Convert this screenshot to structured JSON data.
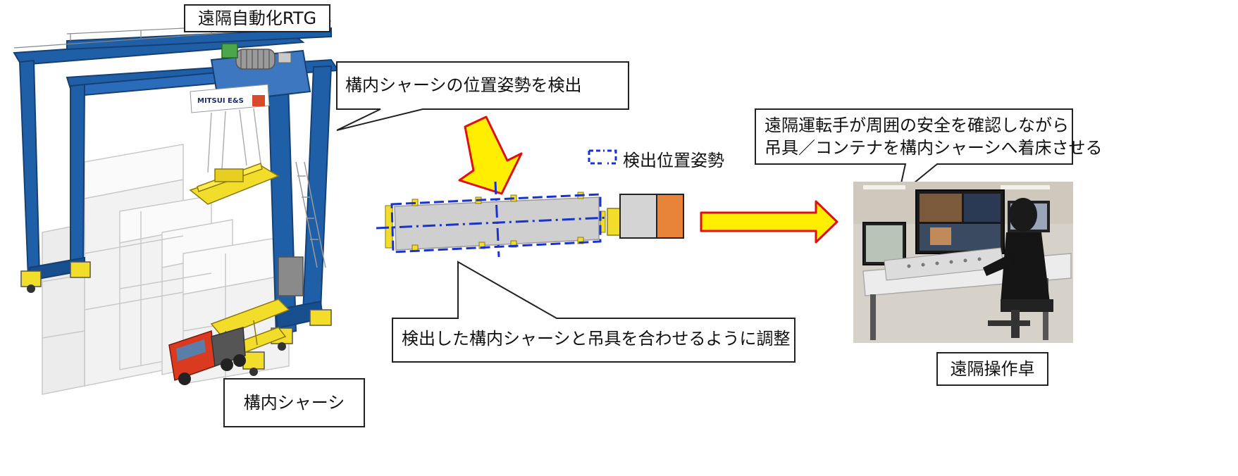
{
  "labels": {
    "rtg_title": "遠隔自動化RTG",
    "chassis_label": "構内シャーシ",
    "console_label": "遠隔操作卓",
    "legend_detected": "検出位置姿勢",
    "crane_brand": "MITSUI E&S"
  },
  "callouts": {
    "detect_position": "構内シャーシの位置姿勢を検出",
    "adjust_spreader": "検出した構内シャーシと吊具を合わせるように調整",
    "operator_line1": "遠隔運転手が周囲の安全を確認しながら",
    "operator_line2": "吊具／コンテナを構内シャーシへ着床させる"
  },
  "colors": {
    "crane_blue": "#1f5fa8",
    "spreader_yellow": "#f2dd2a",
    "truck_red": "#d93a20",
    "detect_blue": "#1a33cc",
    "arrow_yellow": "#ffee00",
    "arrow_red": "#e01010",
    "cab_orange": "#e8843a"
  }
}
